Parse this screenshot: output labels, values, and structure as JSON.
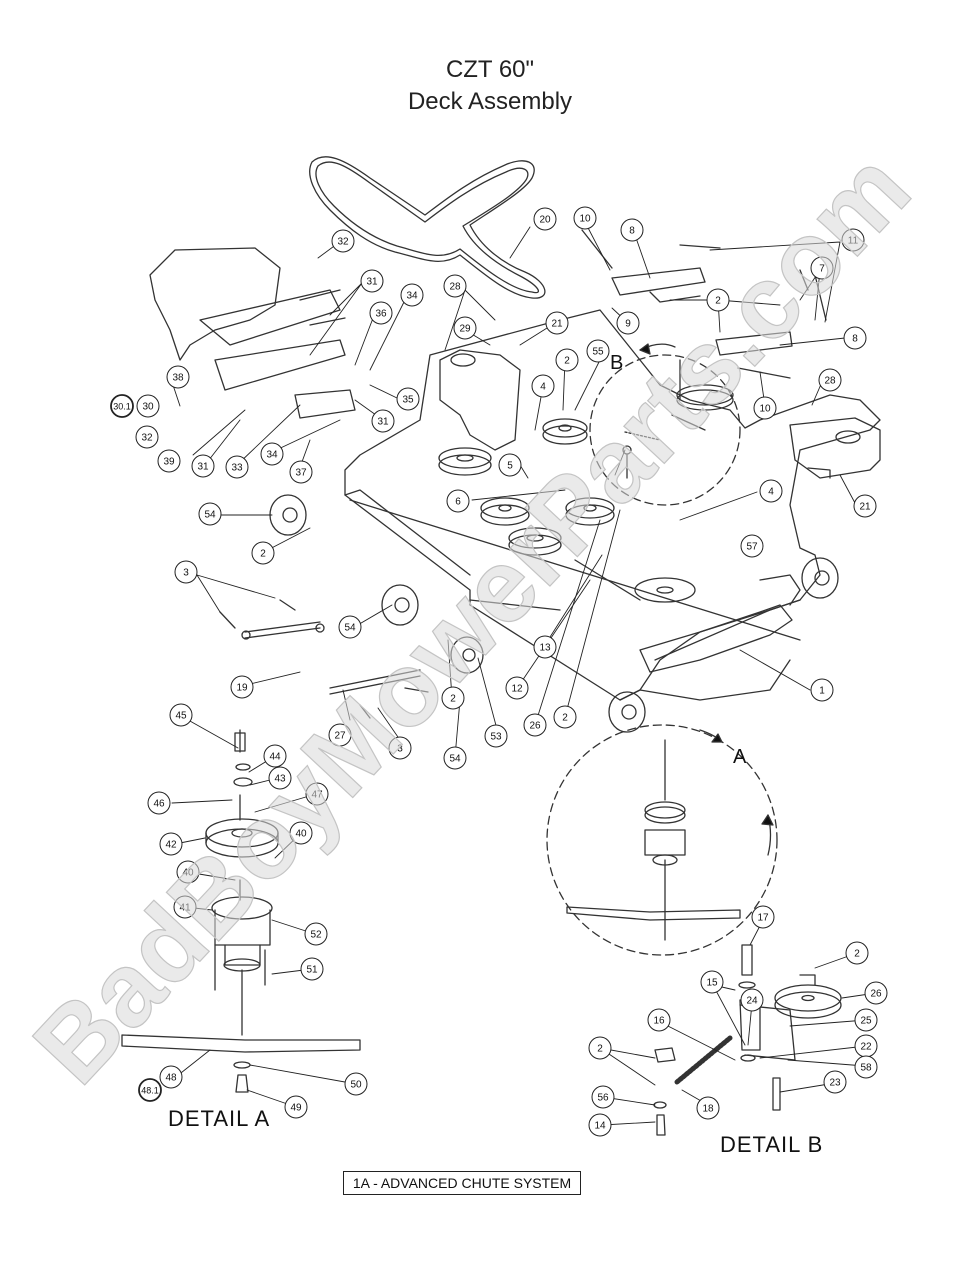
{
  "title_line1": "CZT 60\"",
  "title_line2": "Deck Assembly",
  "detail_a": "DETAIL  A",
  "detail_b": "DETAIL  B",
  "marker_a": "A",
  "marker_b": "B",
  "footer_note": "1A - ADVANCED CHUTE SYSTEM",
  "watermark_text": "BadBoyMowerParts.com",
  "callouts": [
    "1",
    "2",
    "3",
    "4",
    "5",
    "6",
    "7",
    "8",
    "9",
    "10",
    "11",
    "12",
    "13",
    "14",
    "15",
    "16",
    "17",
    "18",
    "19",
    "20",
    "21",
    "22",
    "23",
    "24",
    "25",
    "26",
    "27",
    "28",
    "29",
    "30",
    "30.1",
    "31",
    "32",
    "33",
    "34",
    "35",
    "36",
    "37",
    "38",
    "39",
    "40",
    "41",
    "42",
    "43",
    "44",
    "45",
    "46",
    "47",
    "48",
    "48.1",
    "49",
    "50",
    "51",
    "52",
    "53",
    "54",
    "55",
    "56",
    "57",
    "58"
  ]
}
